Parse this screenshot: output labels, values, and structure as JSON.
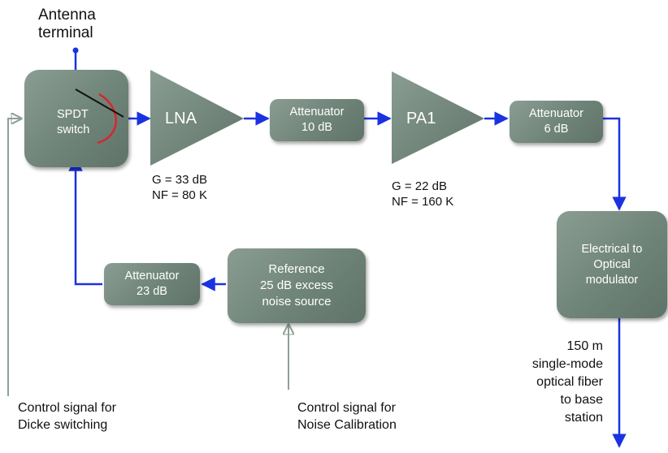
{
  "antenna": {
    "line1": "Antenna",
    "line2": "terminal"
  },
  "switch": {
    "line1": "SPDT",
    "line2": "switch"
  },
  "lna": {
    "name": "LNA",
    "gain": "G = 33 dB",
    "nf": "NF = 80 K"
  },
  "att1": {
    "line1": "Attenuator",
    "line2": "10 dB"
  },
  "pa1": {
    "name": "PA1",
    "gain": "G = 22 dB",
    "nf": "NF = 160 K"
  },
  "att2": {
    "line1": "Attenuator",
    "line2": "6 dB"
  },
  "modulator": {
    "line1": "Electrical to",
    "line2": "Optical",
    "line3": "modulator"
  },
  "fiber": {
    "line1": "150 m",
    "line2": "single-mode",
    "line3": "optical fiber",
    "line4": "to base",
    "line5": "station"
  },
  "reference": {
    "line1": "Reference",
    "line2": "25 dB excess",
    "line3": "noise source"
  },
  "att3": {
    "line1": "Attenuator",
    "line2": "23 dB"
  },
  "dicke": {
    "line1": "Control signal for",
    "line2": "Dicke switching"
  },
  "noisecal": {
    "line1": "Control signal for",
    "line2": "Noise Calibration"
  },
  "colors": {
    "signal": "#1a33e0",
    "control": "#8fa096",
    "block": "#748a7e",
    "switch_arc": "#d8262d"
  }
}
